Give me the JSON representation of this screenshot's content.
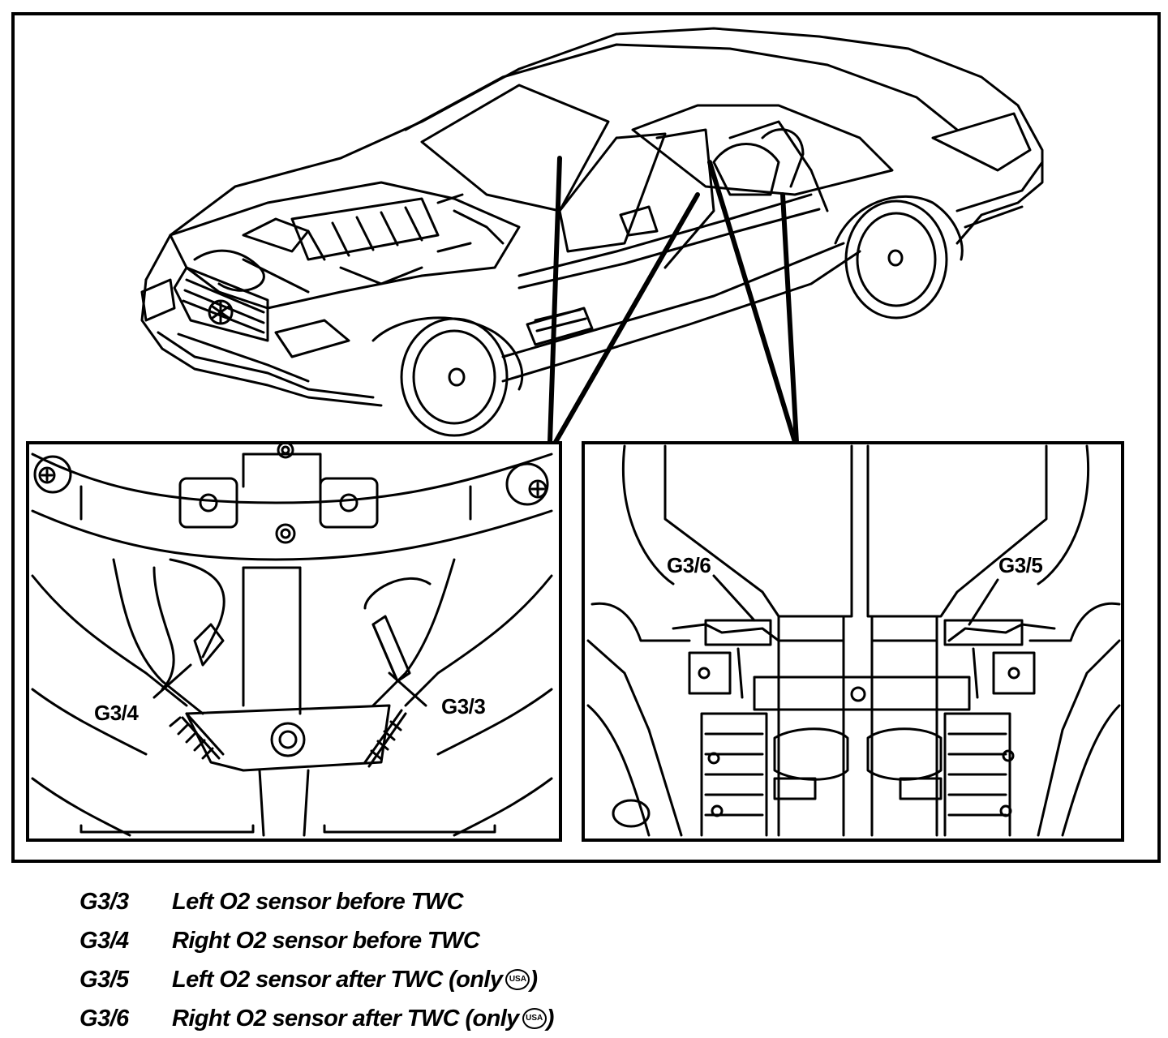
{
  "callouts": {
    "g34": "G3/4",
    "g33": "G3/3",
    "g36": "G3/6",
    "g35": "G3/5"
  },
  "legend": [
    {
      "code": "G3/3",
      "desc": "Left O2 sensor before TWC"
    },
    {
      "code": "G3/4",
      "desc": "Right O2 sensor before TWC"
    },
    {
      "code": "G3/5",
      "desc": "Left O2 sensor after TWC (only",
      "badge": "USA",
      "close": ")"
    },
    {
      "code": "G3/6",
      "desc": "Right O2 sensor after TWC (only",
      "badge": "USA",
      "close": ")"
    }
  ]
}
